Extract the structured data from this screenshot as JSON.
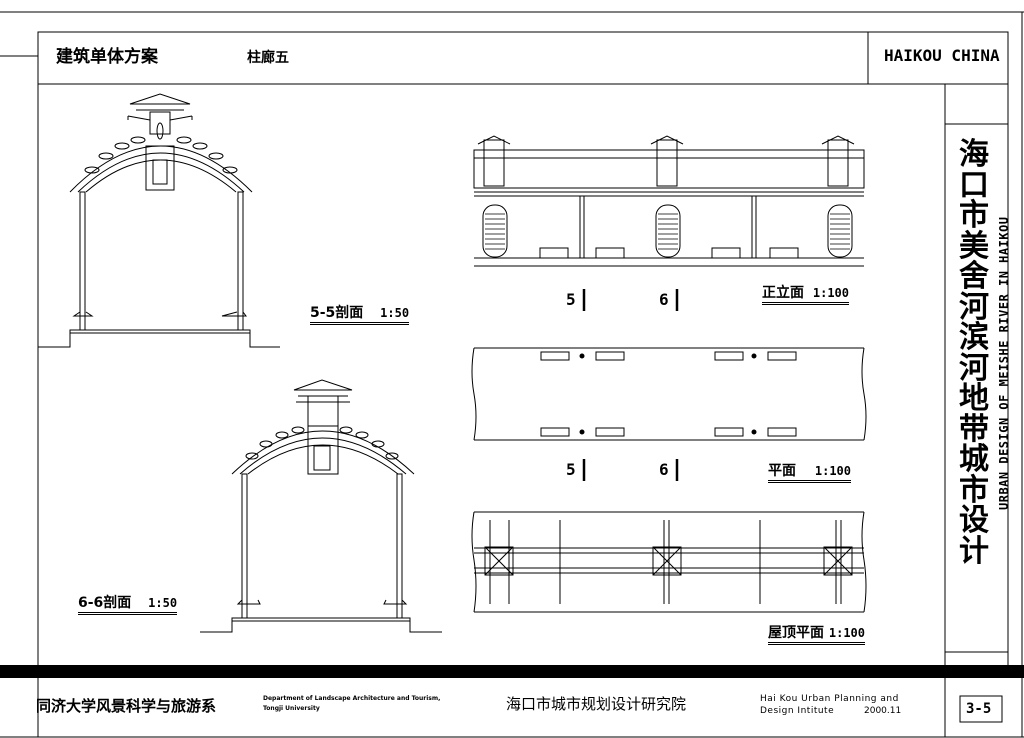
{
  "header": {
    "title": "建筑单体方案",
    "subtitle": "柱廊五",
    "location": "HAIKOU CHINA"
  },
  "side": {
    "project_cn": "海口市美舍河滨河地带城市设计",
    "project_en": "URBAN DESIGN OF MEISHE RIVER IN HAIKOU"
  },
  "labels": {
    "section55": "5-5剖面",
    "section55_scale": "1:50",
    "section66": "6-6剖面",
    "section66_scale": "1:50",
    "elevation": "正立面",
    "elevation_scale": "1:100",
    "plan": "平面",
    "plan_scale": "1:100",
    "roof": "屋顶平面",
    "roof_scale": "1:100",
    "cut5": "5",
    "cut6": "6"
  },
  "footer": {
    "school_cn": "同济大学风景科学与旅游系",
    "school_en_line1": "Department of Landscape Architecture and Tourism,",
    "school_en_line2": "Tongji University",
    "institute_cn": "海口市城市规划设计研究院",
    "institute_en_line1": "Hai Kou Urban Planning and",
    "institute_en_line2": "Design Intitute",
    "date": "2000.11",
    "sheet": "3-5"
  }
}
